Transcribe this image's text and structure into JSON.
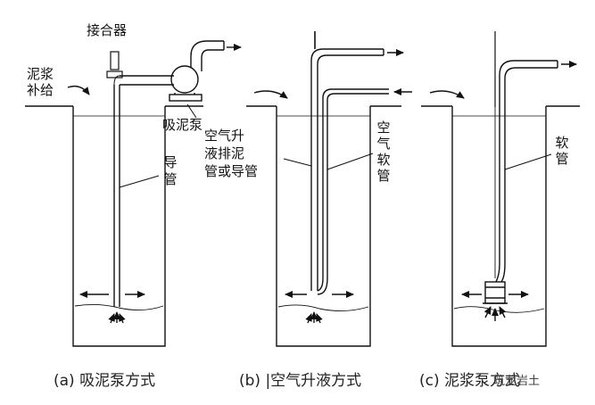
{
  "panel_a": {
    "label_connector": "接合器",
    "label_slurry_supply_1": "泥浆",
    "label_slurry_supply_2": "补给",
    "label_pump": "吸泥泵",
    "label_guide_pipe": [
      "导",
      "管"
    ],
    "caption": "(a) 吸泥泵方式"
  },
  "panel_b": {
    "label_airlift_1": "空气升",
    "label_airlift_2": "液排泥",
    "label_airlift_3": "管或导管",
    "label_air_hose": [
      "空",
      "气",
      "软",
      "管"
    ],
    "caption": "(b) |空气升液方式"
  },
  "panel_c": {
    "label_hose": [
      "软",
      "管"
    ],
    "caption": "(c) 泥浆泵方式"
  },
  "watermark": "筑龙岩土"
}
